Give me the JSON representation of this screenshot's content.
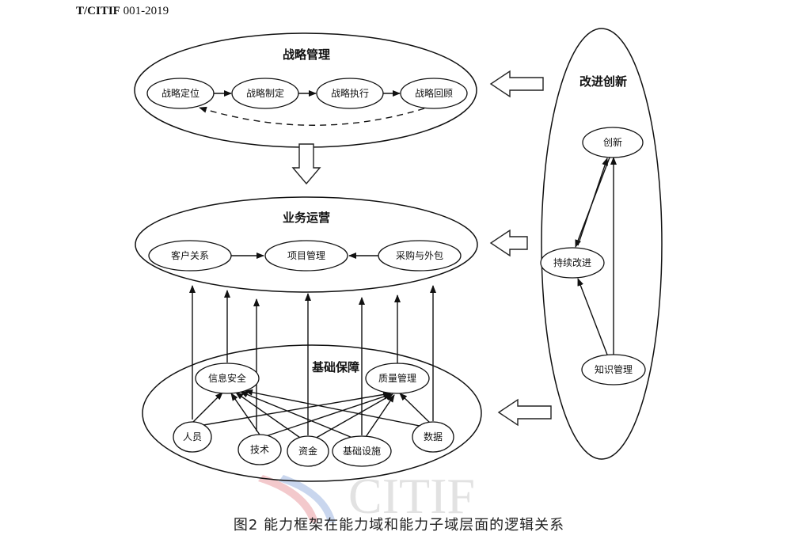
{
  "header": {
    "code_bold": "T/CITIF",
    "code_rest": " 001-2019"
  },
  "strategy": {
    "title": "战略管理",
    "nodes": [
      "战略定位",
      "战略制定",
      "战略执行",
      "战略回顾"
    ]
  },
  "business": {
    "title": "业务运营",
    "nodes": [
      "客户关系",
      "项目管理",
      "采购与外包"
    ]
  },
  "infrastructure": {
    "title": "基础保障",
    "upper_nodes": [
      "信息安全",
      "质量管理"
    ],
    "lower_nodes": [
      "人员",
      "技术",
      "资金",
      "基础设施",
      "数据"
    ]
  },
  "innovation": {
    "title": "改进创新",
    "nodes": [
      "创新",
      "持续改进",
      "知识管理"
    ]
  },
  "watermark": "CITIF",
  "caption": "图2 能力框架在能力域和能力子域层面的逻辑关系"
}
